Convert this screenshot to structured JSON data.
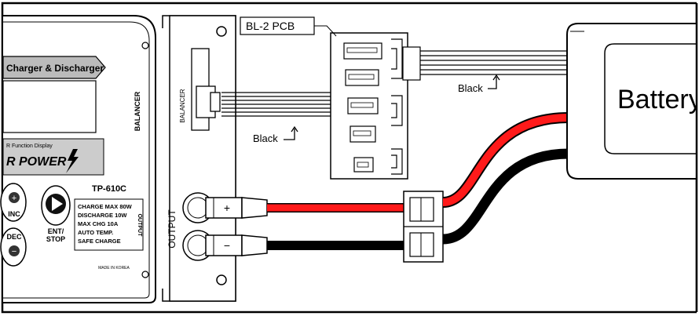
{
  "diagram": {
    "charger": {
      "brand_banner": "Charger & Discharger",
      "function_display": "R Function Display",
      "power_logo": "R POWER",
      "balancer_label": "BALANCER",
      "model": "TP-610C",
      "button_inc": "INC",
      "button_dec": "DEC",
      "button_ent_line1": "ENT/",
      "button_ent_line2": "STOP",
      "specs": [
        "CHARGE MAX 80W",
        "DISCHARGE 10W",
        "MAX CHG 10A",
        "AUTO TEMP.",
        "SAFE CHARGE"
      ],
      "output_side_label": "OUTPUT",
      "made_in": "MADE IN KOREA"
    },
    "side_panel": {
      "balancer_label": "BALANCER",
      "output_label": "OUTPUT",
      "plus": "+",
      "minus": "−"
    },
    "pcb_label": "BL-2 PCB",
    "wire_label_left": "Black",
    "wire_label_right": "Black",
    "battery_label": "Battery",
    "colors": {
      "red_wire": "#ff1a1a",
      "black_wire": "#000000",
      "line": "#000000",
      "panel_fill": "#ffffff"
    }
  }
}
